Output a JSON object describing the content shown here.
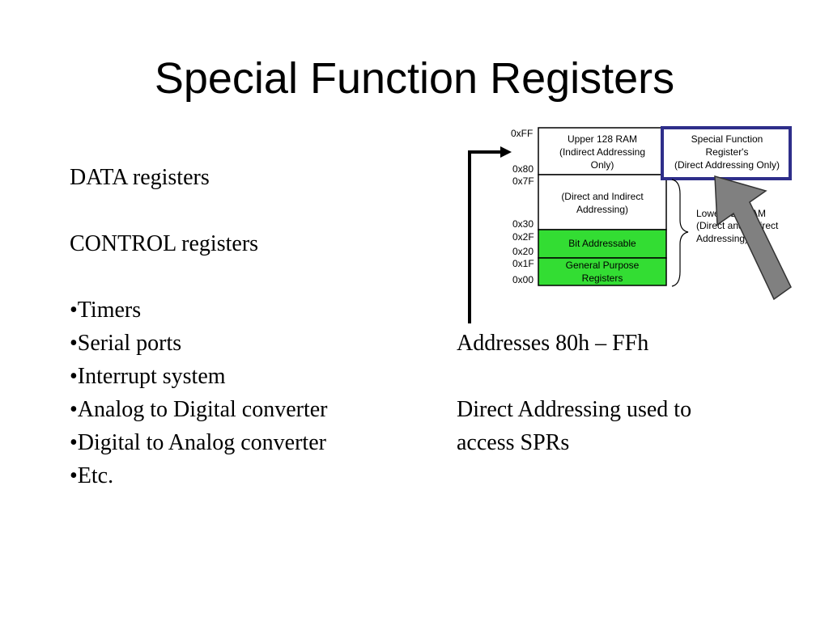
{
  "slide": {
    "title": "Special Function Registers",
    "left_items": [
      "DATA registers",
      "",
      "CONTROL registers",
      "",
      "•Timers",
      "•Serial ports",
      "•Interrupt system",
      "•Analog to Digital converter",
      "•Digital to Analog converter",
      "•Etc."
    ],
    "right_items": [
      "Addresses 80h – FFh",
      "",
      "Direct Addressing used to",
      "access SPRs"
    ]
  },
  "diagram": {
    "addresses": [
      "0xFF",
      "0x80",
      "0x7F",
      "0x30",
      "0x2F",
      "0x20",
      "0x1F",
      "0x00"
    ],
    "upper_ram": [
      "Upper 128 RAM",
      "(Indirect Addressing",
      "Only)"
    ],
    "sfr": [
      "Special Function",
      "Register's",
      "(Direct Addressing Only)"
    ],
    "direct_indirect": [
      "(Direct and Indirect",
      "Addressing)"
    ],
    "bit_addressable": "Bit Addressable",
    "general_purpose": [
      "General Purpose",
      "Registers"
    ],
    "lower_ram": [
      "Lower 128 RAM",
      "(Direct and Indirect",
      "Addressing)"
    ],
    "colors": {
      "green": "#33dd33",
      "sfr_border": "#2e2e8a",
      "arrow_fill": "#808080"
    }
  }
}
